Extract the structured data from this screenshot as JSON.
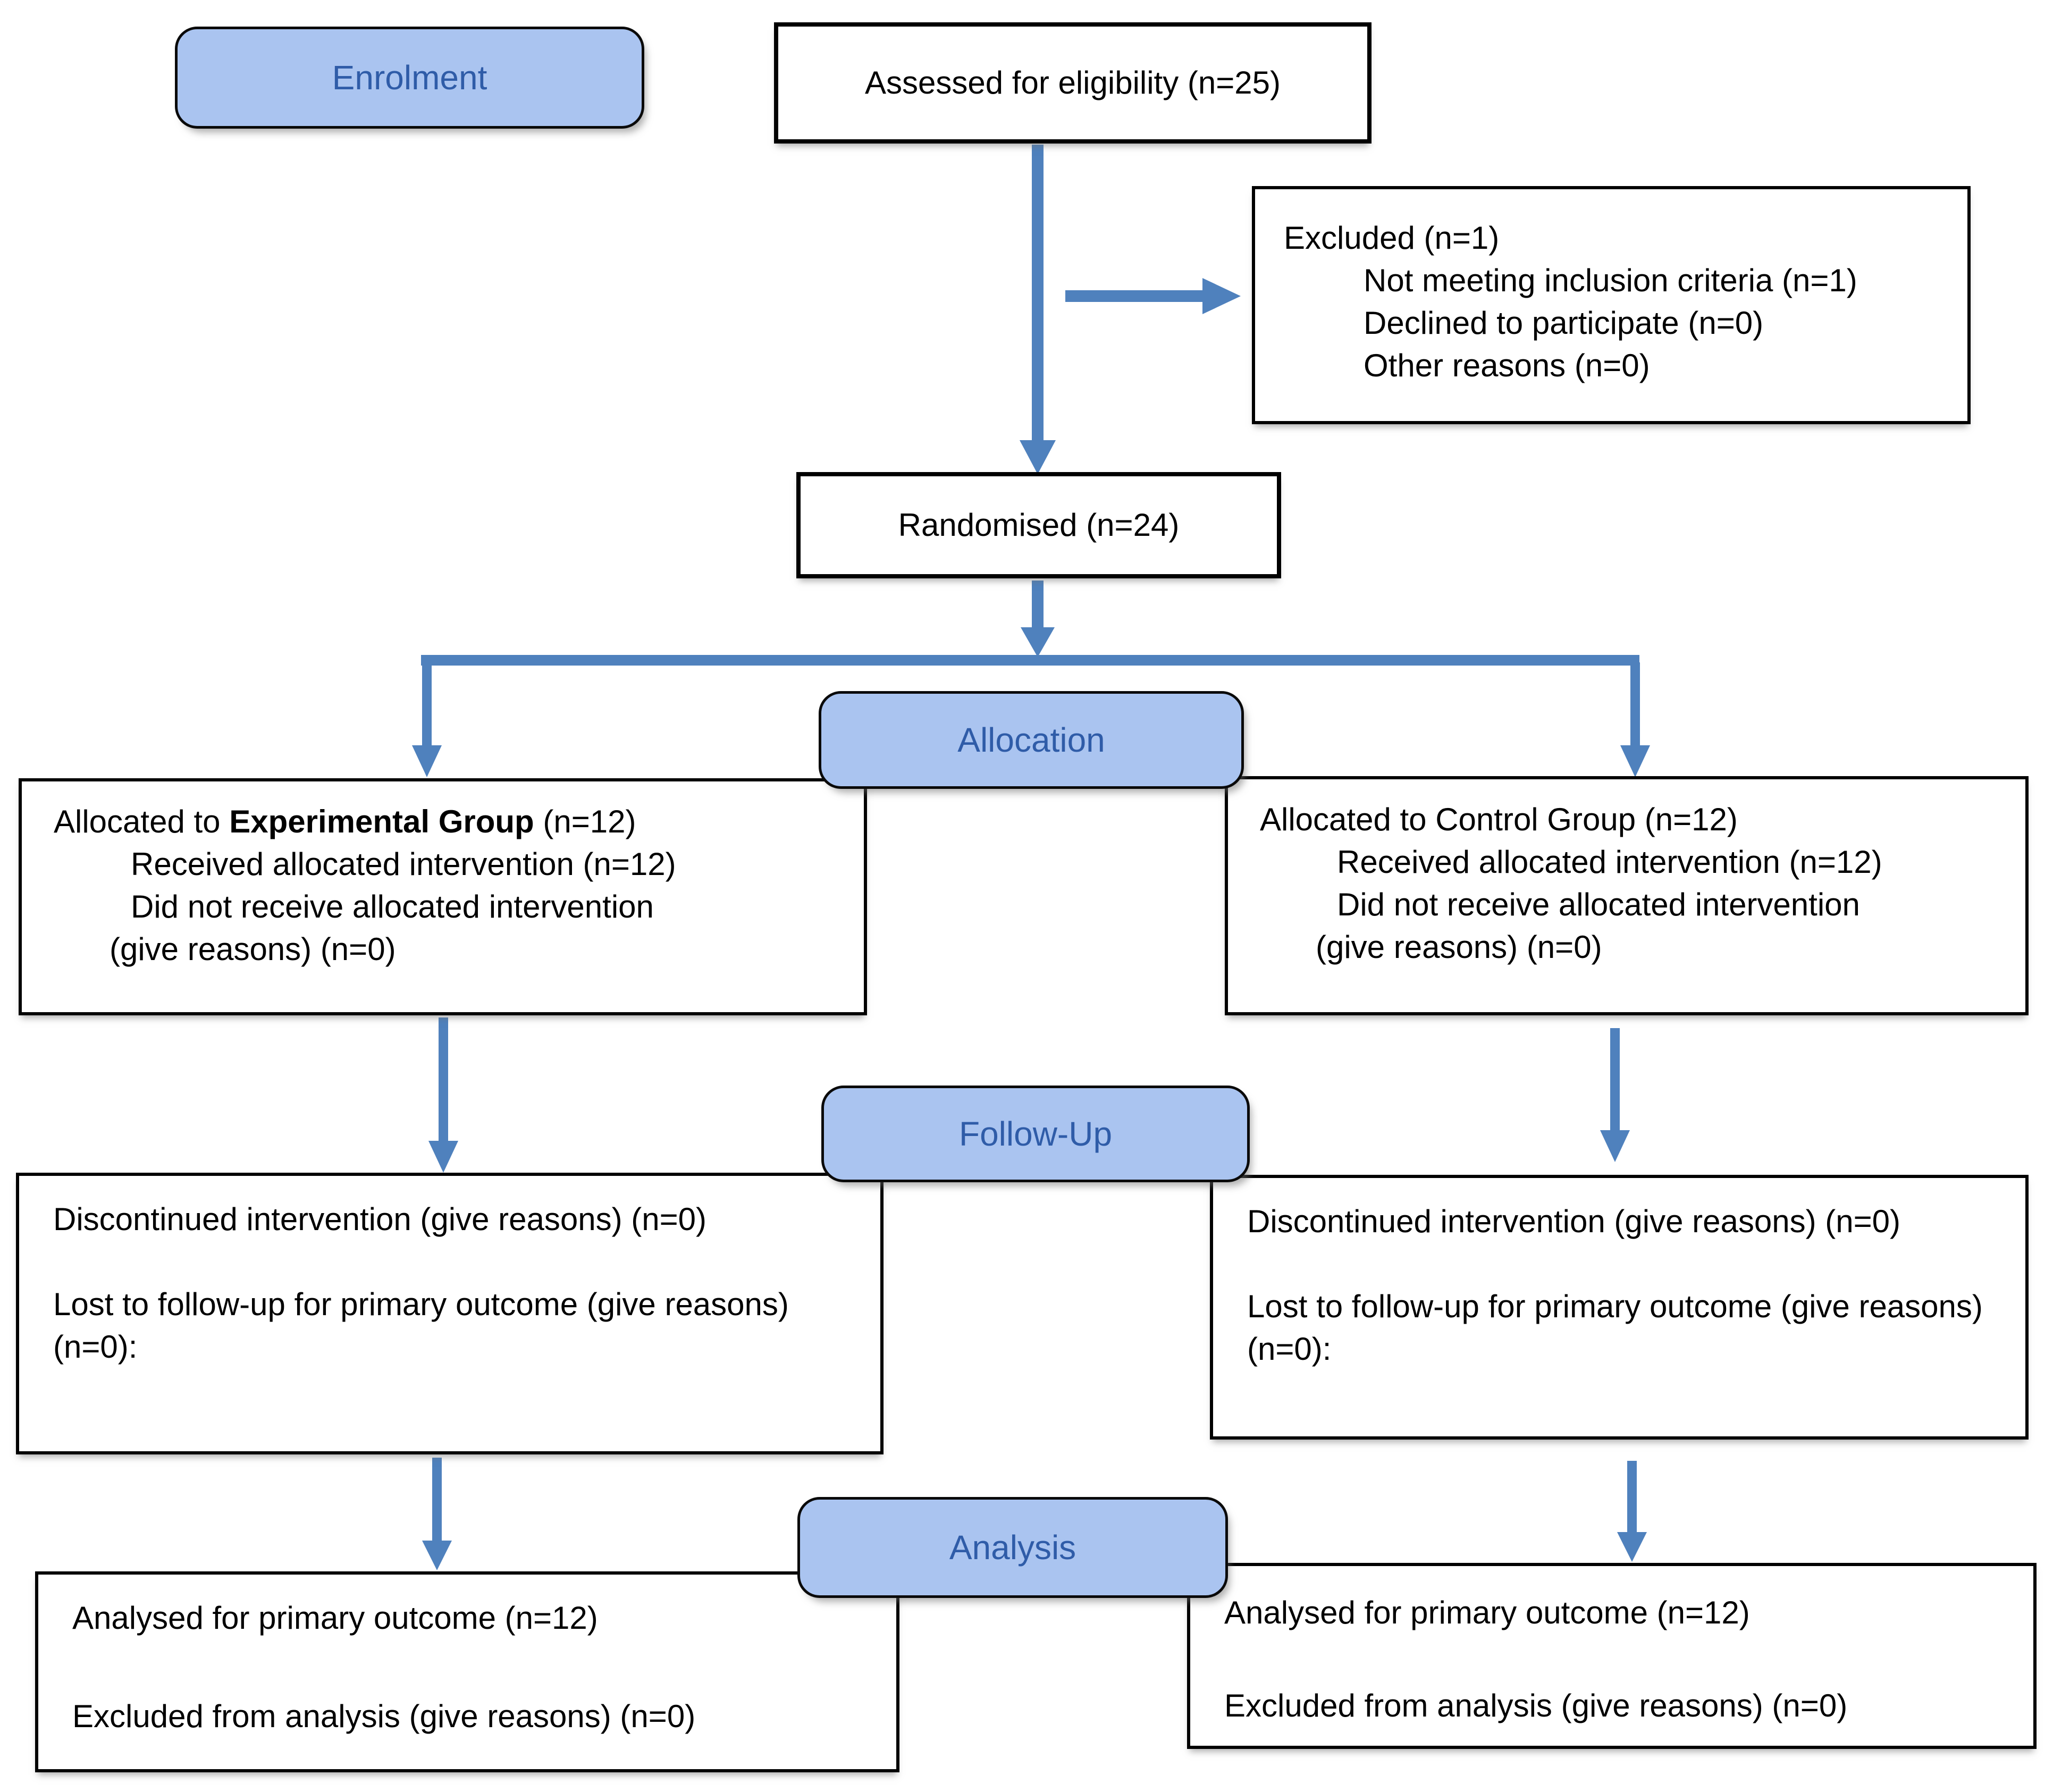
{
  "bands": {
    "enrolment": "Enrolment",
    "allocation": "Allocation",
    "followup": "Follow-Up",
    "analysis": "Analysis"
  },
  "enrolment": {
    "assessed": "Assessed for eligibility (n=25)",
    "excluded_title": "Excluded (n=1)",
    "excluded_items": [
      "Not meeting inclusion criteria (n=1)",
      "Declined to participate (n=0)",
      "Other reasons (n=0)"
    ],
    "randomised": "Randomised (n=24)"
  },
  "allocation": {
    "left": {
      "intro_prefix": "Allocated to ",
      "group": "Experimental Group",
      "intro_suffix": " (n=12)",
      "items": [
        "Received allocated intervention (n=12)",
        "Did not receive allocated intervention"
      ],
      "reasons": "(give reasons) (n=0)"
    },
    "right": {
      "intro_prefix": "Allocated to ",
      "group": "Control Group",
      "intro_suffix": " (n=12)",
      "items": [
        "Received allocated intervention (n=12)",
        "Did not receive allocated intervention"
      ],
      "reasons": "(give reasons) (n=0)"
    }
  },
  "followup": {
    "left": {
      "line1": "Discontinued intervention (give reasons) (n=0)",
      "line2": "Lost to follow-up for primary outcome (give reasons) (n=0):"
    },
    "right": {
      "line1": "Discontinued intervention (give reasons) (n=0)",
      "line2": "Lost to follow-up for primary outcome (give reasons) (n=0):"
    }
  },
  "analysis": {
    "left": {
      "line1": "Analysed for primary outcome (n=12)",
      "line2": "Excluded from analysis (give reasons) (n=0)"
    },
    "right": {
      "line1": "Analysed for primary outcome (n=12)",
      "line2": "Excluded from analysis (give reasons) (n=0)"
    }
  },
  "colors": {
    "band_fill": "#aac4f0",
    "band_text": "#2f5ca8",
    "arrow": "#4f81bd",
    "box_border": "#000000",
    "box_fill": "#ffffff"
  }
}
